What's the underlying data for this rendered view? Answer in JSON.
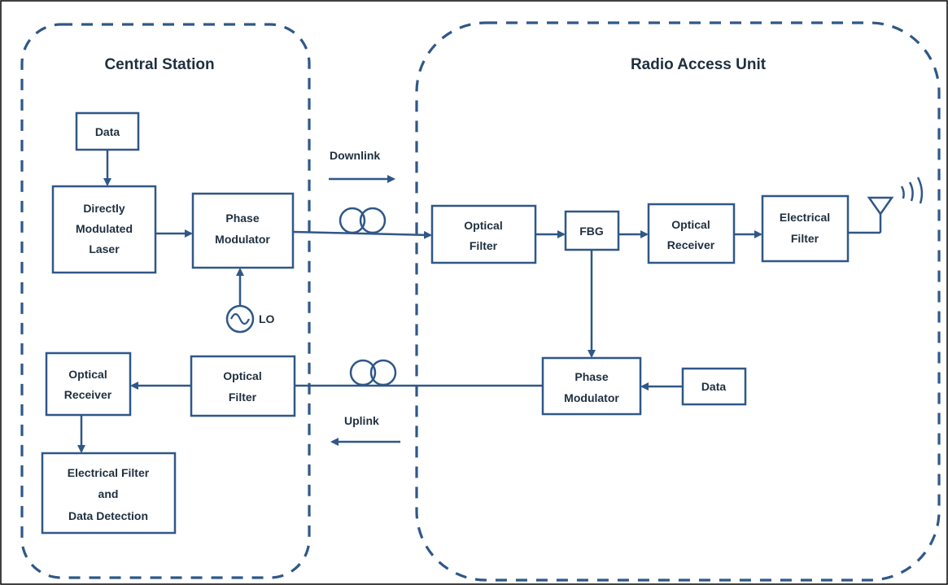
{
  "regions": {
    "central": "Central Station",
    "rau": "Radio Access Unit"
  },
  "directions": {
    "downlink": "Downlink",
    "uplink": "Uplink"
  },
  "central_blocks": {
    "data": "Data",
    "laser": [
      "Directly",
      "Modulated",
      "Laser"
    ],
    "phase_mod": [
      "Phase",
      "Modulator"
    ],
    "lo": "LO",
    "opt_receiver": [
      "Optical",
      "Receiver"
    ],
    "opt_filter": [
      "Optical",
      "Filter"
    ],
    "detection": [
      "Electrical Filter",
      "and",
      "Data Detection"
    ]
  },
  "rau_blocks": {
    "opt_filter": [
      "Optical",
      "Filter"
    ],
    "fbg": "FBG",
    "opt_receiver": [
      "Optical",
      "Receiver"
    ],
    "elec_filter": [
      "Electrical",
      "Filter"
    ],
    "phase_mod": [
      "Phase",
      "Modulator"
    ],
    "data": "Data"
  },
  "icons": {
    "fiber": "fiber-coil-icon",
    "oscillator": "sine-oscillator-icon",
    "antenna": "antenna-icon",
    "waves": "radio-waves-icon"
  },
  "colors": {
    "stroke": "#2f5788",
    "text": "#1f2f3f"
  }
}
